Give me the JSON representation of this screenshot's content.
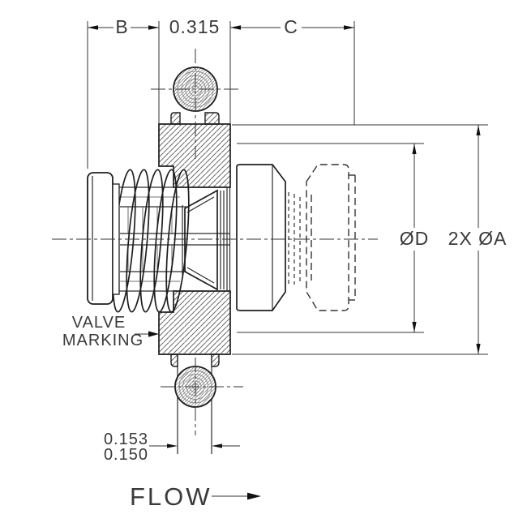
{
  "drawing": {
    "kind": "check-valve cross-section technical drawing",
    "dimensions": {
      "b_label": "B",
      "flange_width": "0.315",
      "c_label": "C",
      "bore_diameter": "ØD",
      "flange_diameter": "2X ØA",
      "slot_width_max": "0.153",
      "slot_width_min": "0.150"
    },
    "labels": {
      "valve_marking_line1": "VALVE",
      "valve_marking_line2": "MARKING",
      "flow": "FLOW"
    },
    "colors": {
      "line": "#1e1e1e",
      "text": "#3a3a3a",
      "hatch": "#555555",
      "background": "#ffffff"
    }
  }
}
